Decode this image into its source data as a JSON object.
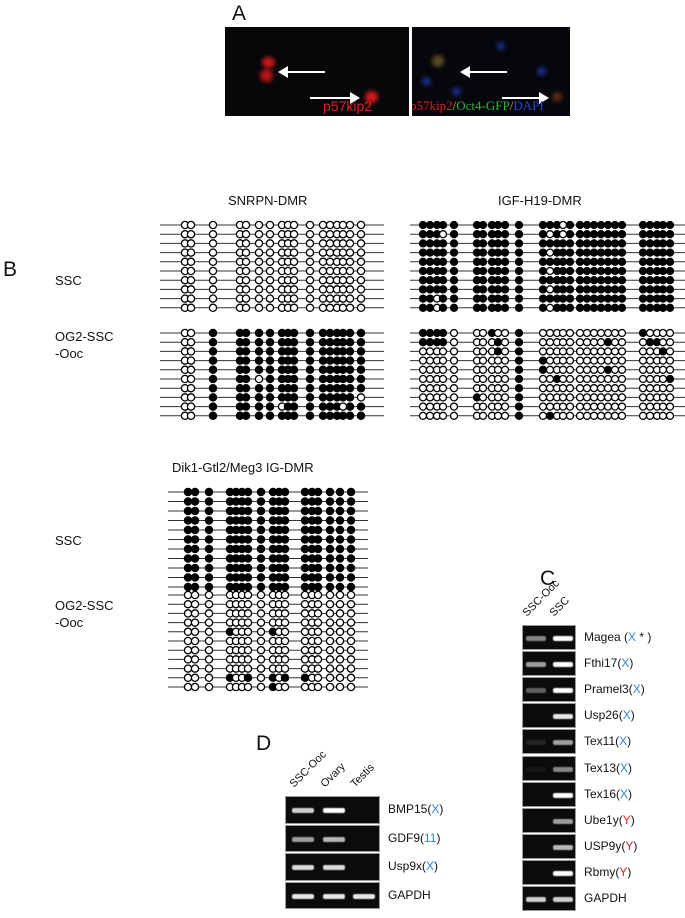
{
  "panel_a": {
    "letter": "A",
    "left_caption": "p57kip2",
    "right_caption": [
      "p57kip2",
      "/",
      "Oct4-GFP",
      "/",
      "DAPI"
    ],
    "colors": {
      "red": "#e0201e",
      "green": "#2fb53a",
      "blue": "#2a46c8",
      "sep": "#d8a030"
    }
  },
  "panel_b": {
    "letter": "B",
    "group_labels": {
      "ssc": "SSC",
      "og2_line1": "OG2-SSC",
      "og2_line2": "-Ooc"
    },
    "regions": [
      {
        "title": "SNRPN-DMR",
        "ssc": {
          "rows": 10,
          "default": 0,
          "exceptions": []
        },
        "og2": {
          "rows": 10,
          "default": 1,
          "open_columns": [
            0,
            1
          ],
          "exceptions": [
            [
              5,
              5
            ],
            [
              8,
              7
            ],
            [
              7,
              16
            ],
            [
              8,
              14
            ]
          ]
        }
      },
      {
        "title": "IGF-H19-DMR",
        "ssc": {
          "rows": 10,
          "default": 1,
          "exceptions": [
            [
              1,
              3
            ],
            [
              8,
              2
            ],
            [
              9,
              2
            ],
            [
              0,
              14
            ],
            [
              1,
              14
            ],
            [
              1,
              12
            ],
            [
              3,
              12
            ],
            [
              5,
              12
            ],
            [
              7,
              12
            ],
            [
              9,
              12
            ]
          ]
        },
        "og2": {
          "rows": 10,
          "default": 0,
          "filled_columns": [
            10
          ],
          "exceptions": [
            [
              0,
              0
            ],
            [
              0,
              1
            ],
            [
              0,
              2
            ],
            [
              0,
              3
            ],
            [
              1,
              0
            ],
            [
              1,
              1
            ],
            [
              1,
              2
            ],
            [
              1,
              3
            ],
            [
              0,
              7
            ],
            [
              1,
              8
            ],
            [
              2,
              8
            ],
            [
              3,
              11
            ],
            [
              4,
              11
            ],
            [
              5,
              13
            ],
            [
              1,
              20
            ],
            [
              4,
              20
            ],
            [
              0,
              23
            ],
            [
              1,
              24
            ],
            [
              1,
              25
            ],
            [
              2,
              26
            ],
            [
              5,
              27
            ],
            [
              7,
              5
            ],
            [
              9,
              12
            ]
          ]
        }
      },
      {
        "title": "Dik1-Gtl2/Meg3  IG-DMR",
        "ssc": {
          "rows": 11,
          "default": 1,
          "exceptions": []
        },
        "og2": {
          "rows": 11,
          "default": 0,
          "exceptions": [
            [
              4,
              3
            ],
            [
              4,
              8
            ],
            [
              9,
              3
            ],
            [
              9,
              6
            ],
            [
              9,
              8
            ],
            [
              9,
              10
            ],
            [
              9,
              11
            ],
            [
              10,
              8
            ]
          ]
        }
      }
    ]
  },
  "panel_c": {
    "letter": "C",
    "lanes": [
      "SSC-Ooc",
      "SSC"
    ],
    "rows": [
      {
        "prefix": "Magea (",
        "chrom": "X",
        "suffix": " * )",
        "bands": [
          0.5,
          1.0
        ]
      },
      {
        "prefix": "Fthi17(",
        "chrom": "X",
        "suffix": ")",
        "bands": [
          0.6,
          1.0
        ]
      },
      {
        "prefix": "Pramel3(",
        "chrom": "X",
        "suffix": ")",
        "bands": [
          0.35,
          1.0
        ]
      },
      {
        "prefix": "Usp26(",
        "chrom": "X",
        "suffix": ")",
        "bands": [
          0.0,
          0.9
        ]
      },
      {
        "prefix": "Tex11(",
        "chrom": "X",
        "suffix": ")",
        "bands": [
          0.1,
          0.6
        ]
      },
      {
        "prefix": "Tex13(",
        "chrom": "X",
        "suffix": ")",
        "bands": [
          0.05,
          0.5
        ]
      },
      {
        "prefix": "Tex16(",
        "chrom": "X",
        "suffix": ")",
        "bands": [
          0.0,
          1.0
        ]
      },
      {
        "prefix": "Ube1y(",
        "chrom": "Y",
        "suffix": ")",
        "bands": [
          0.0,
          0.6
        ]
      },
      {
        "prefix": "USP9y(",
        "chrom": "Y",
        "suffix": ")",
        "bands": [
          0.0,
          0.7
        ]
      },
      {
        "prefix": "Rbmy(",
        "chrom": "Y",
        "suffix": ")",
        "bands": [
          0.0,
          1.0
        ]
      },
      {
        "prefix": "GAPDH",
        "chrom": "",
        "suffix": "",
        "bands": [
          0.8,
          0.8
        ]
      }
    ]
  },
  "panel_d": {
    "letter": "D",
    "lanes": [
      "SSC-Ooc",
      "Ovary",
      "Testis"
    ],
    "rows": [
      {
        "prefix": "BMP15(",
        "chrom": "X",
        "suffix": ")",
        "bands": [
          0.8,
          1.0,
          0.0
        ]
      },
      {
        "prefix": "GDF9(",
        "chrom": "11",
        "suffix": ")",
        "bands": [
          0.6,
          0.7,
          0.0
        ]
      },
      {
        "prefix": "Usp9x(",
        "chrom": "X",
        "suffix": ")",
        "bands": [
          0.85,
          0.85,
          0.0
        ]
      },
      {
        "prefix": "GAPDH",
        "chrom": "",
        "suffix": "",
        "bands": [
          0.9,
          0.9,
          0.9
        ]
      }
    ]
  },
  "chrom_colors": {
    "X": "#2f86d8",
    "11": "#2f86d8",
    "Y": "#e02020"
  }
}
